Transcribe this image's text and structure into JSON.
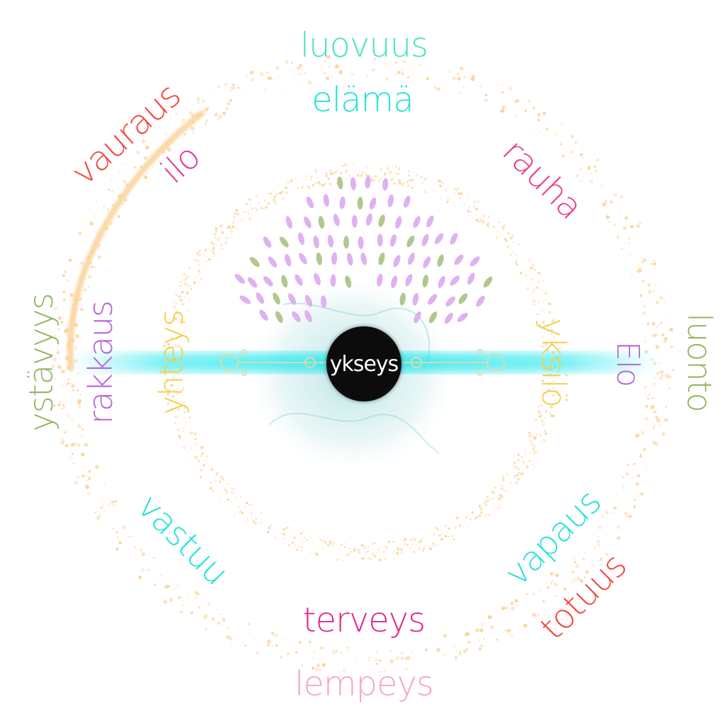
{
  "center": {
    "label": "ykseys",
    "color": "#000000"
  },
  "words": {
    "luovuus": {
      "text": "luovuus",
      "color": "#4fe3c3"
    },
    "elama": {
      "text": "elämä",
      "color": "#27e3dc"
    },
    "vauraus": {
      "text": "vauraus",
      "color": "#f5473f"
    },
    "ilo": {
      "text": "ilo",
      "color": "#e63c9a"
    },
    "rauha": {
      "text": "rauha",
      "color": "#ea3f8e"
    },
    "ystavyys": {
      "text": "ystävyys",
      "color": "#93b564"
    },
    "rakkaus": {
      "text": "rakkaus",
      "color": "#b764d9"
    },
    "yhteys": {
      "text": "yhteys",
      "color": "#f3d14a"
    },
    "yksilo": {
      "text": "yksilö",
      "color": "#f3d14a"
    },
    "elo": {
      "text": "Elo",
      "color": "#b764d9"
    },
    "luonto": {
      "text": "luonto",
      "color": "#93b564"
    },
    "vastuu": {
      "text": "vastuu",
      "color": "#27e3dc"
    },
    "vapaus": {
      "text": "vapaus",
      "color": "#27e3dc"
    },
    "totuus": {
      "text": "totuus",
      "color": "#f5473f"
    },
    "terveys": {
      "text": "terveys",
      "color": "#e02a8f"
    },
    "lempeys": {
      "text": "lempeys",
      "color": "#f4a6c8"
    }
  },
  "decor": {
    "ring_color": "#fbd39c",
    "glow_color": "#2fe8ee",
    "leaf_purple": "#dba8f0",
    "leaf_green": "#a9c183",
    "smoke_color": "#9fd8d8"
  }
}
